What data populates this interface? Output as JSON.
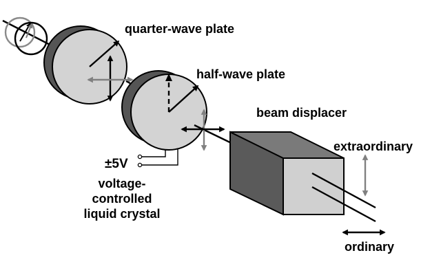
{
  "labels": {
    "quarter_wave_plate": "quarter-wave plate",
    "half_wave_plate": "half-wave plate",
    "beam_displacer": "beam displacer",
    "extraordinary": "extraordinary",
    "ordinary": "ordinary",
    "voltage": "±5V",
    "lc_line1": "voltage-",
    "lc_line2": "controlled",
    "lc_line3": "liquid crystal"
  },
  "colors": {
    "plate_face": "#d3d3d3",
    "plate_edge": "#555555",
    "cube_front": "#d0d0d0",
    "cube_side": "#5a5a5a",
    "cube_top": "#7a7a7a",
    "arrow_black": "#000000",
    "arrow_gray": "#808080"
  }
}
